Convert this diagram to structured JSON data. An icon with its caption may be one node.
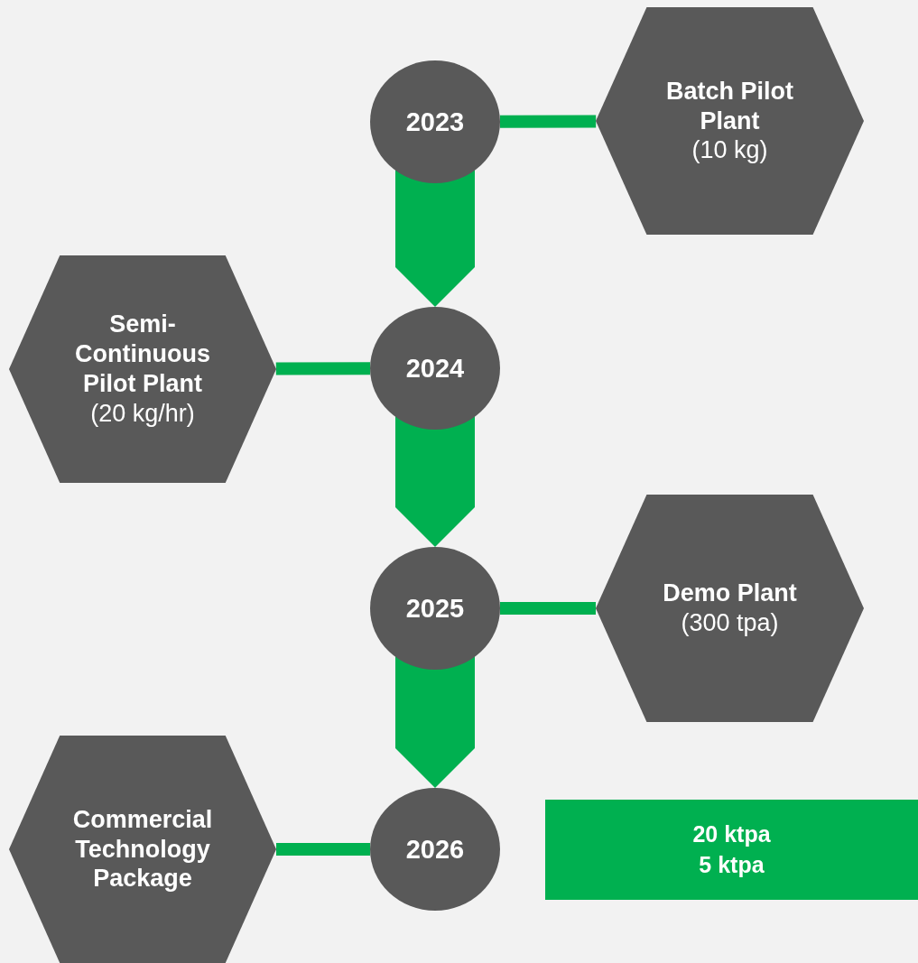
{
  "diagram": {
    "nodes": [
      {
        "text": [
          "Batch Pilot Plant",
          "(10 kg)"
        ]
      },
      {
        "text": [
          "2023"
        ]
      },
      {
        "text": [
          "Semi-Continuous Pilot Plant",
          "(20 kg/hr)"
        ]
      },
      {
        "text": [
          "2024"
        ]
      },
      {
        "text": [
          "Demo Plant",
          "(300 tpa)"
        ]
      },
      {
        "text": [
          "2025"
        ]
      },
      {
        "text": [
          "Commercial Technology Package"
        ]
      },
      {
        "text": [
          "2026"
        ]
      },
      {
        "text": [
          "20 ktpa",
          "5 ktpa"
        ]
      }
    ],
    "edges": [
      {
        "from": 1,
        "to": 0,
        "arrow": "none"
      },
      {
        "from": 1,
        "to": 3,
        "arrow": "to",
        "style": "thick"
      },
      {
        "from": 3,
        "to": 2,
        "arrow": "none"
      },
      {
        "from": 3,
        "to": 5,
        "arrow": "to",
        "style": "thick"
      },
      {
        "from": 5,
        "to": 4,
        "arrow": "none"
      },
      {
        "from": 5,
        "to": 7,
        "arrow": "to",
        "style": "thick"
      },
      {
        "from": 7,
        "to": 6,
        "arrow": "none"
      }
    ]
  }
}
